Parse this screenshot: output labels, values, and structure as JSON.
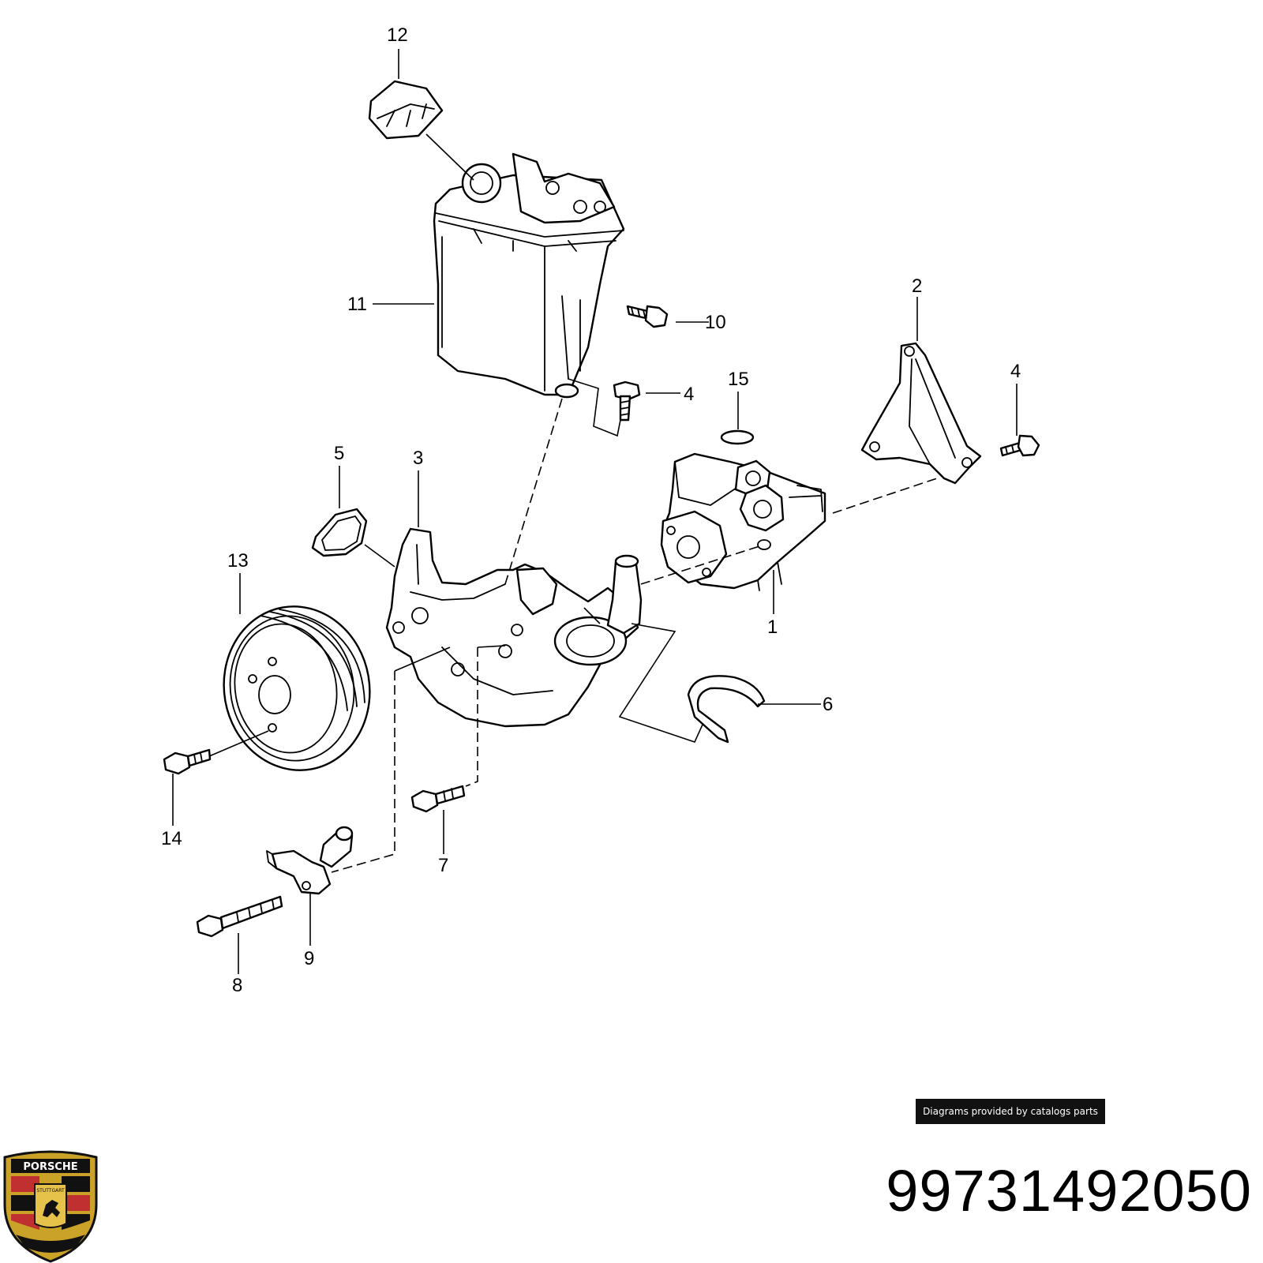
{
  "diagram": {
    "callouts": [
      {
        "id": "1",
        "label": "1"
      },
      {
        "id": "2",
        "label": "2"
      },
      {
        "id": "3",
        "label": "3"
      },
      {
        "id": "4a",
        "label": "4"
      },
      {
        "id": "4b",
        "label": "4"
      },
      {
        "id": "5",
        "label": "5"
      },
      {
        "id": "6",
        "label": "6"
      },
      {
        "id": "7",
        "label": "7"
      },
      {
        "id": "8",
        "label": "8"
      },
      {
        "id": "9",
        "label": "9"
      },
      {
        "id": "10",
        "label": "10"
      },
      {
        "id": "11",
        "label": "11"
      },
      {
        "id": "12",
        "label": "12"
      },
      {
        "id": "13",
        "label": "13"
      },
      {
        "id": "14",
        "label": "14"
      },
      {
        "id": "15",
        "label": "15"
      }
    ]
  },
  "footer": {
    "credit": "Diagrams provided by catalogs parts",
    "part_number": "99731492050",
    "logo_text": "PORSCHE",
    "logo_subtext": "STUTTGART"
  }
}
